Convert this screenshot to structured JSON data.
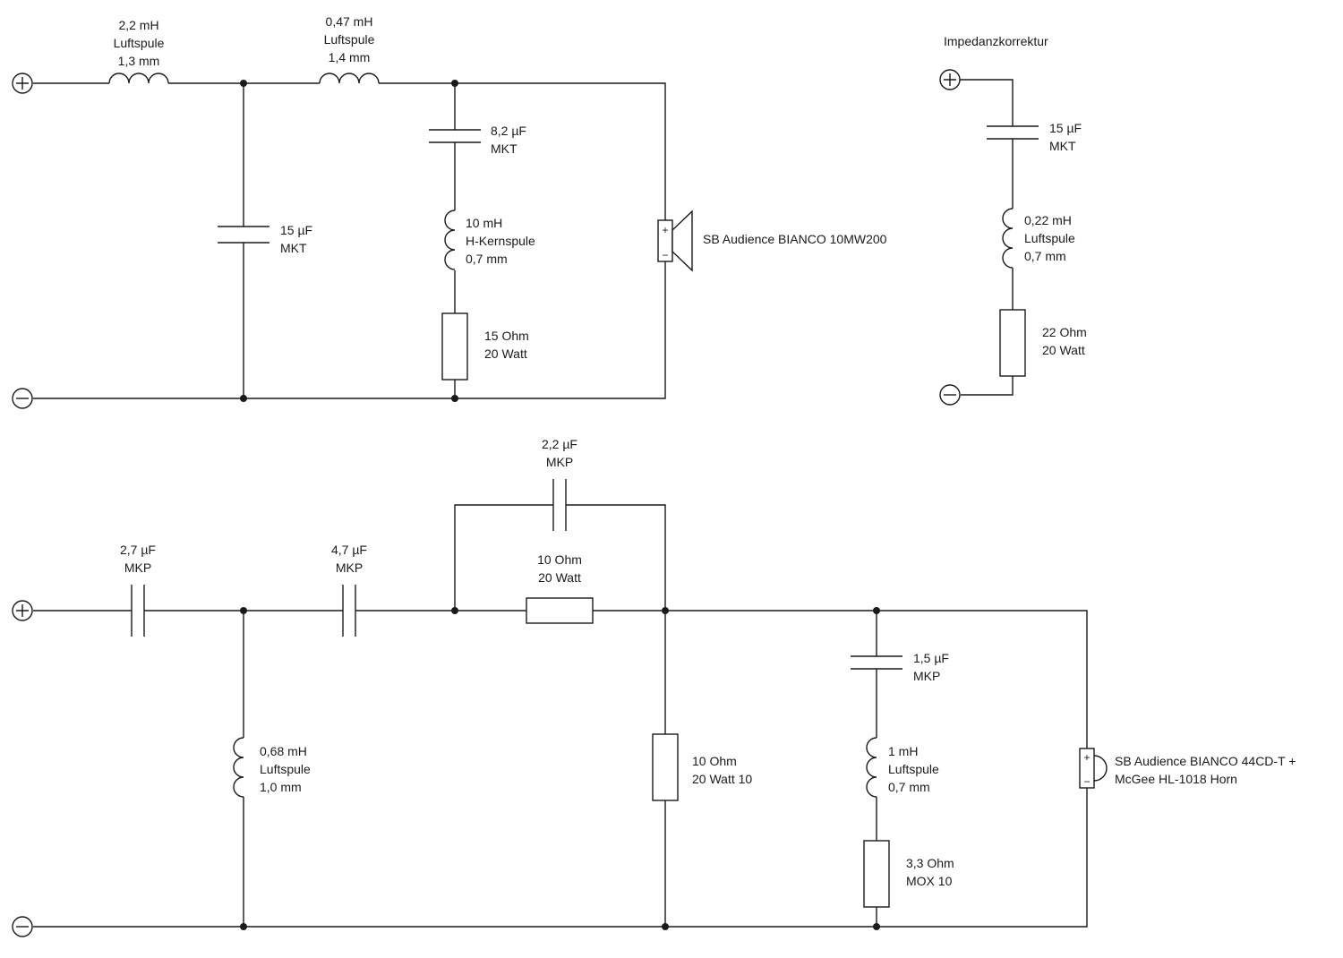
{
  "woofer": {
    "l1": {
      "value": "2,2 mH",
      "type": "Luftspule",
      "wire": "1,3 mm"
    },
    "l2": {
      "value": "0,47 mH",
      "type": "Luftspule",
      "wire": "1,4 mm"
    },
    "c1": {
      "value": "15 µF",
      "type": "MKT"
    },
    "c2": {
      "value": "8,2 µF",
      "type": "MKT"
    },
    "l3": {
      "value": "10 mH",
      "type": "H-Kernspule",
      "wire": "0,7 mm"
    },
    "r1": {
      "value": "15 Ohm",
      "power": "20 Watt"
    },
    "driver": "SB Audience BIANCO 10MW200"
  },
  "impedance_correction": {
    "title": "Impedanzkorrektur",
    "c": {
      "value": "15 µF",
      "type": "MKT"
    },
    "l": {
      "value": "0,22 mH",
      "type": "Luftspule",
      "wire": "0,7 mm"
    },
    "r": {
      "value": "22 Ohm",
      "power": "20 Watt"
    }
  },
  "tweeter": {
    "c1": {
      "value": "2,7 µF",
      "type": "MKP"
    },
    "c2": {
      "value": "4,7 µF",
      "type": "MKP"
    },
    "c3": {
      "value": "2,2 µF",
      "type": "MKP"
    },
    "r1": {
      "value": "10 Ohm",
      "power": "20 Watt"
    },
    "l1": {
      "value": "0,68 mH",
      "type": "Luftspule",
      "wire": "1,0 mm"
    },
    "r2": {
      "value": "10 Ohm",
      "power": "20 Watt 10"
    },
    "c4": {
      "value": "1,5 µF",
      "type": "MKP"
    },
    "l2": {
      "value": "1 mH",
      "type": "Luftspule",
      "wire": "0,7 mm"
    },
    "r3": {
      "value": "3,3 Ohm",
      "type": "MOX 10"
    },
    "driver_line1": "SB Audience BIANCO 44CD-T +",
    "driver_line2": "McGee HL-1018 Horn"
  },
  "symbols": {
    "plus": "+",
    "minus": "−"
  },
  "icons": [
    "terminal-plus-icon",
    "terminal-minus-icon",
    "speaker-icon",
    "tweeter-icon"
  ]
}
